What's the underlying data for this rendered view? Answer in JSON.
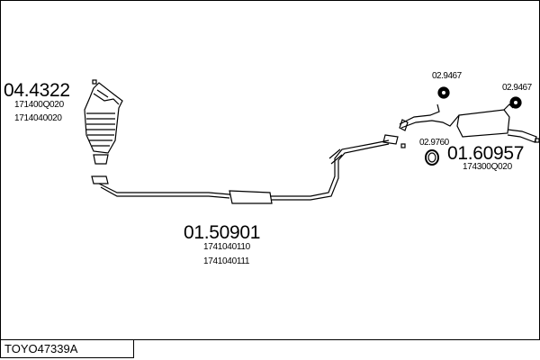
{
  "diagram_code": "TOYO47339A",
  "parts": [
    {
      "number": "04.4322",
      "oem": [
        "171400Q020",
        "1714040020"
      ],
      "name": "catalytic-converter"
    },
    {
      "number": "01.50901",
      "oem": [
        "1741040110",
        "1741040111"
      ],
      "name": "front-pipe"
    },
    {
      "number": "01.60957",
      "oem": [
        "174300Q020"
      ],
      "name": "rear-silencer"
    }
  ],
  "accessories": [
    {
      "number": "02.9467",
      "name": "rubber-hanger-1"
    },
    {
      "number": "02.9467",
      "name": "rubber-hanger-2"
    },
    {
      "number": "02.9760",
      "name": "sealing-ring"
    }
  ]
}
